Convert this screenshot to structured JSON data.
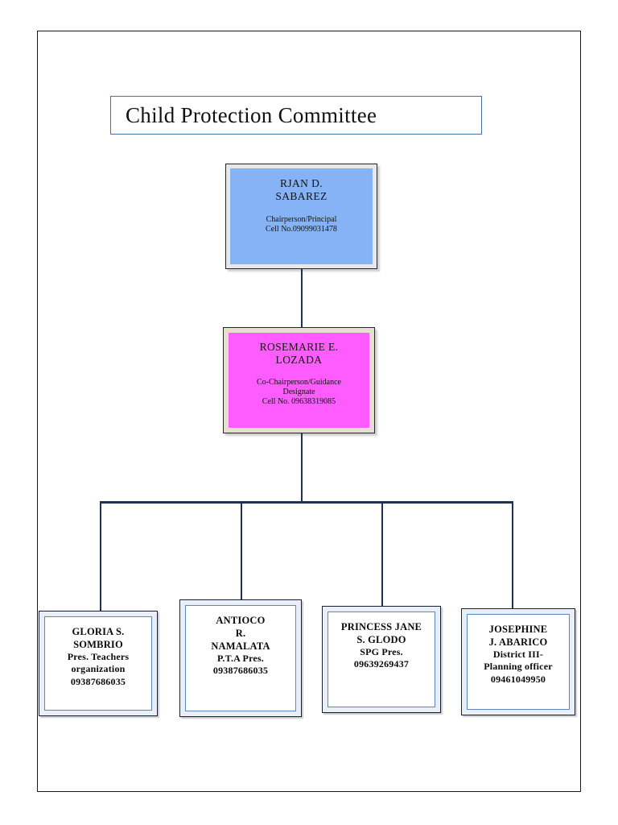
{
  "document": {
    "title": "Child Protection Committee"
  },
  "chart_data": {
    "type": "diagram",
    "diagram_kind": "organizational-chart",
    "title": "Child Protection Committee",
    "levels": 3,
    "connectors": "orthogonal"
  },
  "nodes": {
    "chairperson": {
      "name": "RJAN D.\nSABAREZ",
      "name_line1": "RJAN D.",
      "name_line2": "SABAREZ",
      "role": "Chairperson/Principal",
      "cell": "Cell No.09099031478",
      "fill_color": "#86b3f5"
    },
    "co_chairperson": {
      "name_line1": "ROSEMARIE E.",
      "name_line2": "LOZADA",
      "role_line1": "Co-Chairperson/Guidance",
      "role_line2": "Designate",
      "cell": "Cell No. 09638319085",
      "fill_color": "#ff5cff"
    },
    "members": [
      {
        "name_line1": "GLORIA S.",
        "name_line2": "SOMBRIO",
        "role_line1": "Pres. Teachers",
        "role_line2": "organization",
        "cell": "09387686035"
      },
      {
        "name_line1": "ANTIOCO",
        "name_line2": "R.",
        "name_line3": "NAMALATA",
        "role_line1": "P.T.A Pres.",
        "cell": "09387686035"
      },
      {
        "name_line1": "PRINCESS JANE",
        "name_line2": "S. GLODO",
        "role_line1": "SPG Pres.",
        "cell": "09639269437"
      },
      {
        "name_line1": "JOSEPHINE",
        "name_line2": "J. ABARICO",
        "role_line1": "District III-",
        "role_line2": "Planning officer",
        "cell": "09461049950"
      }
    ]
  },
  "colors": {
    "connector": "#1f3254",
    "title_border": "#4472a8",
    "page_border": "#1a1a1a",
    "leaf_inner_border": "#5b87c4"
  }
}
